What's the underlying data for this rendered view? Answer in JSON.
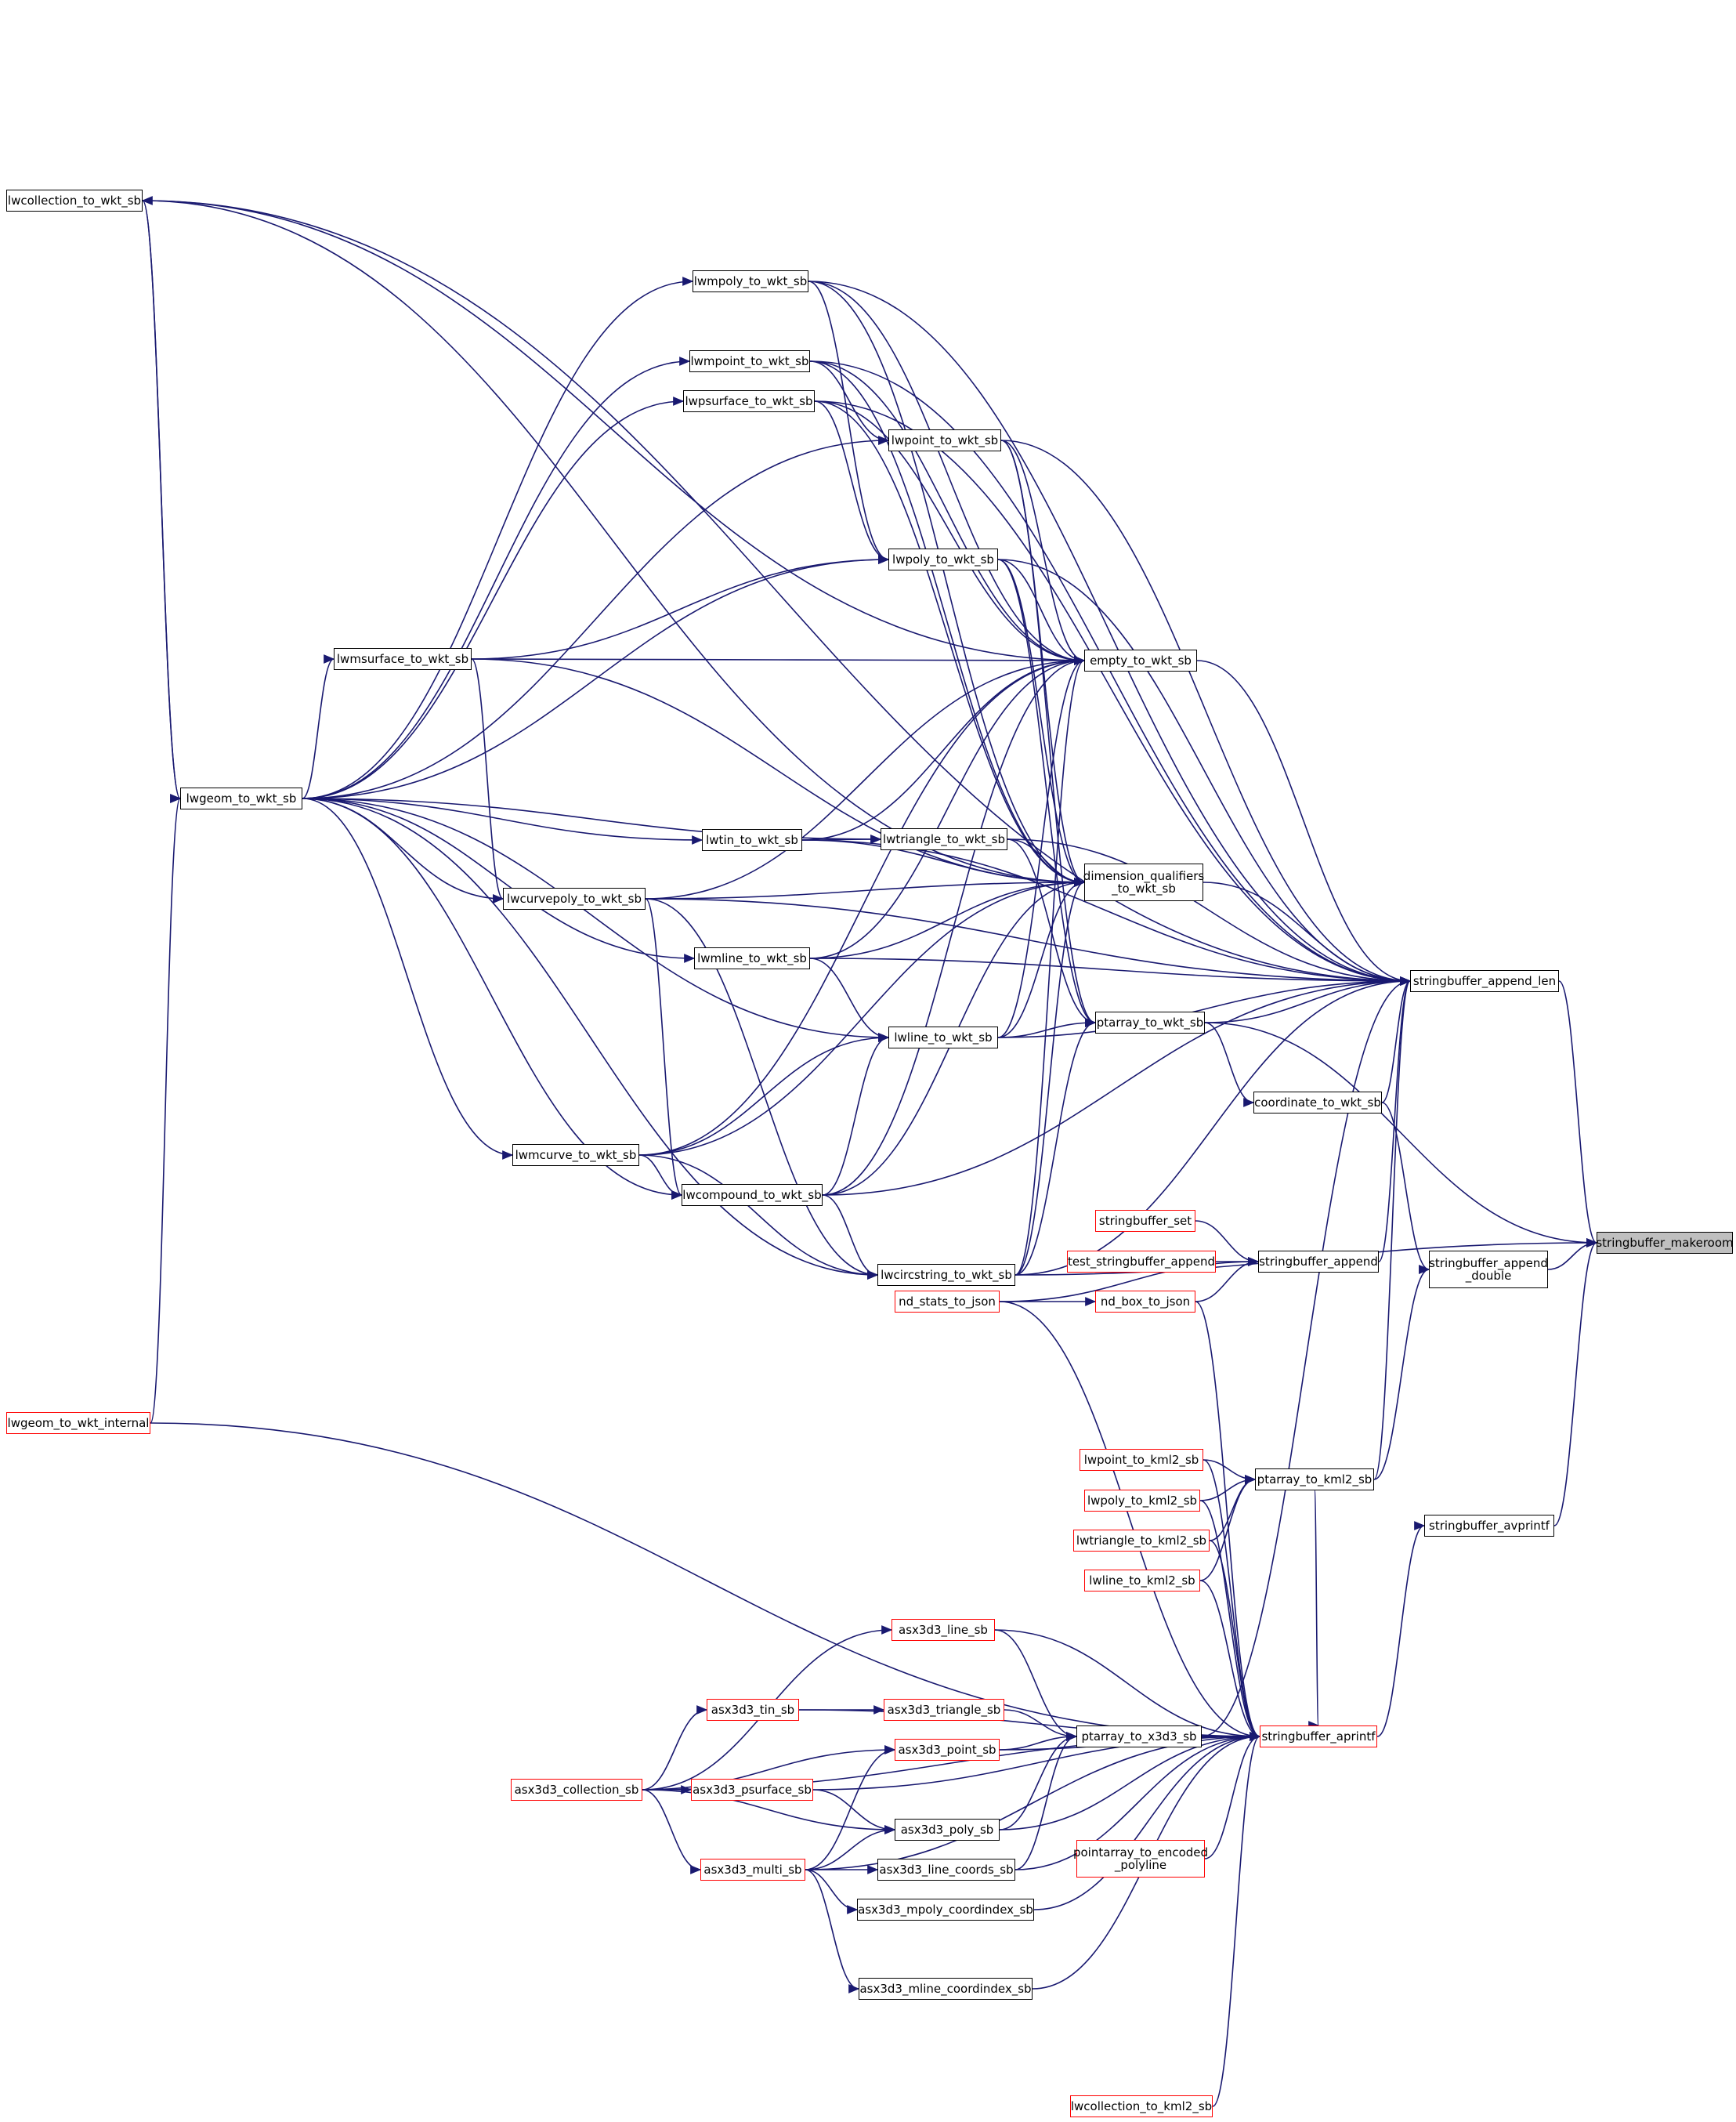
{
  "graph": {
    "edge_color": "#191970",
    "node_border_colors": {
      "normal": "#000000",
      "truncated": "#ff0000"
    },
    "root_fill": "#bfbfbf",
    "nodes": {
      "stringbuffer_makeroom": {
        "lines": [
          "stringbuffer_makeroom"
        ],
        "root": true
      },
      "stringbuffer_append_len": {
        "lines": [
          "stringbuffer_append_len"
        ]
      },
      "stringbuffer_append_double": {
        "lines": [
          "stringbuffer_append",
          "_double"
        ]
      },
      "stringbuffer_avprintf": {
        "lines": [
          "stringbuffer_avprintf"
        ]
      },
      "stringbuffer_aprintf": {
        "lines": [
          "stringbuffer_aprintf"
        ],
        "truncated": true
      },
      "stringbuffer_append": {
        "lines": [
          "stringbuffer_append"
        ]
      },
      "stringbuffer_set": {
        "lines": [
          "stringbuffer_set"
        ],
        "truncated": true
      },
      "test_stringbuffer_append": {
        "lines": [
          "test_stringbuffer_append"
        ],
        "truncated": true
      },
      "nd_box_to_json": {
        "lines": [
          "nd_box_to_json"
        ],
        "truncated": true
      },
      "nd_stats_to_json": {
        "lines": [
          "nd_stats_to_json"
        ],
        "truncated": true
      },
      "coordinate_to_wkt_sb": {
        "lines": [
          "coordinate_to_wkt_sb"
        ]
      },
      "ptarray_to_wkt_sb": {
        "lines": [
          "ptarray_to_wkt_sb"
        ]
      },
      "dimension_qualifiers_to_wkt_sb": {
        "lines": [
          "dimension_qualifiers",
          "_to_wkt_sb"
        ]
      },
      "empty_to_wkt_sb": {
        "lines": [
          "empty_to_wkt_sb"
        ]
      },
      "lwpoint_to_wkt_sb": {
        "lines": [
          "lwpoint_to_wkt_sb"
        ]
      },
      "lwpoly_to_wkt_sb": {
        "lines": [
          "lwpoly_to_wkt_sb"
        ]
      },
      "lwtriangle_to_wkt_sb": {
        "lines": [
          "lwtriangle_to_wkt_sb"
        ]
      },
      "lwline_to_wkt_sb": {
        "lines": [
          "lwline_to_wkt_sb"
        ]
      },
      "lwcircstring_to_wkt_sb": {
        "lines": [
          "lwcircstring_to_wkt_sb"
        ]
      },
      "lwmpoly_to_wkt_sb": {
        "lines": [
          "lwmpoly_to_wkt_sb"
        ]
      },
      "lwmpoint_to_wkt_sb": {
        "lines": [
          "lwmpoint_to_wkt_sb"
        ]
      },
      "lwpsurface_to_wkt_sb": {
        "lines": [
          "lwpsurface_to_wkt_sb"
        ]
      },
      "lwtin_to_wkt_sb": {
        "lines": [
          "lwtin_to_wkt_sb"
        ]
      },
      "lwmline_to_wkt_sb": {
        "lines": [
          "lwmline_to_wkt_sb"
        ]
      },
      "lwcompound_to_wkt_sb": {
        "lines": [
          "lwcompound_to_wkt_sb"
        ]
      },
      "lwmsurface_to_wkt_sb": {
        "lines": [
          "lwmsurface_to_wkt_sb"
        ]
      },
      "lwcurvepoly_to_wkt_sb": {
        "lines": [
          "lwcurvepoly_to_wkt_sb"
        ]
      },
      "lwmcurve_to_wkt_sb": {
        "lines": [
          "lwmcurve_to_wkt_sb"
        ]
      },
      "lwcollection_to_wkt_sb": {
        "lines": [
          "lwcollection_to_wkt_sb"
        ]
      },
      "lwgeom_to_wkt_sb": {
        "lines": [
          "lwgeom_to_wkt_sb"
        ]
      },
      "lwgeom_to_wkt_internal": {
        "lines": [
          "lwgeom_to_wkt_internal"
        ],
        "truncated": true
      },
      "ptarray_to_kml2_sb": {
        "lines": [
          "ptarray_to_kml2_sb"
        ]
      },
      "lwpoint_to_kml2_sb": {
        "lines": [
          "lwpoint_to_kml2_sb"
        ],
        "truncated": true
      },
      "lwpoly_to_kml2_sb": {
        "lines": [
          "lwpoly_to_kml2_sb"
        ],
        "truncated": true
      },
      "lwtriangle_to_kml2_sb": {
        "lines": [
          "lwtriangle_to_kml2_sb"
        ],
        "truncated": true
      },
      "lwline_to_kml2_sb": {
        "lines": [
          "lwline_to_kml2_sb"
        ],
        "truncated": true
      },
      "ptarray_to_x3d3_sb": {
        "lines": [
          "ptarray_to_x3d3_sb"
        ]
      },
      "asx3d3_line_sb": {
        "lines": [
          "asx3d3_line_sb"
        ],
        "truncated": true
      },
      "asx3d3_triangle_sb": {
        "lines": [
          "asx3d3_triangle_sb"
        ],
        "truncated": true
      },
      "asx3d3_tin_sb": {
        "lines": [
          "asx3d3_tin_sb"
        ],
        "truncated": true
      },
      "asx3d3_point_sb": {
        "lines": [
          "asx3d3_point_sb"
        ],
        "truncated": true
      },
      "asx3d3_psurface_sb": {
        "lines": [
          "asx3d3_psurface_sb"
        ],
        "truncated": true
      },
      "asx3d3_collection_sb": {
        "lines": [
          "asx3d3_collection_sb"
        ],
        "truncated": true
      },
      "asx3d3_poly_sb": {
        "lines": [
          "asx3d3_poly_sb"
        ]
      },
      "asx3d3_line_coords_sb": {
        "lines": [
          "asx3d3_line_coords_sb"
        ]
      },
      "asx3d3_multi_sb": {
        "lines": [
          "asx3d3_multi_sb"
        ],
        "truncated": true
      },
      "asx3d3_mpoly_coordindex_sb": {
        "lines": [
          "asx3d3_mpoly_coordindex_sb"
        ]
      },
      "asx3d3_mline_coordindex_sb": {
        "lines": [
          "asx3d3_mline_coordindex_sb"
        ]
      },
      "pointarray_to_encoded_polyline": {
        "lines": [
          "pointarray_to_encoded",
          "_polyline"
        ],
        "truncated": true
      },
      "lwcollection_to_kml2_sb": {
        "lines": [
          "lwcollection_to_kml2_sb"
        ],
        "truncated": true
      }
    },
    "edges": [
      [
        "stringbuffer_makeroom",
        "stringbuffer_append_len"
      ],
      [
        "stringbuffer_makeroom",
        "stringbuffer_append_double"
      ],
      [
        "stringbuffer_makeroom",
        "stringbuffer_avprintf"
      ],
      [
        "stringbuffer_makeroom",
        "ptarray_to_wkt_sb"
      ],
      [
        "stringbuffer_makeroom",
        "lwcircstring_to_wkt_sb"
      ],
      [
        "stringbuffer_append_double",
        "coordinate_to_wkt_sb"
      ],
      [
        "stringbuffer_append_double",
        "ptarray_to_kml2_sb"
      ],
      [
        "stringbuffer_avprintf",
        "stringbuffer_aprintf"
      ],
      [
        "stringbuffer_append_len",
        "stringbuffer_append"
      ],
      [
        "stringbuffer_append_len",
        "coordinate_to_wkt_sb"
      ],
      [
        "stringbuffer_append_len",
        "ptarray_to_wkt_sb"
      ],
      [
        "stringbuffer_append_len",
        "dimension_qualifiers_to_wkt_sb"
      ],
      [
        "stringbuffer_append_len",
        "empty_to_wkt_sb"
      ],
      [
        "stringbuffer_append_len",
        "lwpoint_to_wkt_sb"
      ],
      [
        "stringbuffer_append_len",
        "lwpoly_to_wkt_sb"
      ],
      [
        "stringbuffer_append_len",
        "lwtriangle_to_wkt_sb"
      ],
      [
        "stringbuffer_append_len",
        "lwline_to_wkt_sb"
      ],
      [
        "stringbuffer_append_len",
        "lwmpoly_to_wkt_sb"
      ],
      [
        "stringbuffer_append_len",
        "lwmpoint_to_wkt_sb"
      ],
      [
        "stringbuffer_append_len",
        "lwpsurface_to_wkt_sb"
      ],
      [
        "stringbuffer_append_len",
        "lwtin_to_wkt_sb"
      ],
      [
        "stringbuffer_append_len",
        "lwmline_to_wkt_sb"
      ],
      [
        "stringbuffer_append_len",
        "lwcompound_to_wkt_sb"
      ],
      [
        "stringbuffer_append_len",
        "lwcurvepoly_to_wkt_sb"
      ],
      [
        "stringbuffer_append_len",
        "lwcollection_to_wkt_sb"
      ],
      [
        "stringbuffer_append_len",
        "ptarray_to_kml2_sb"
      ],
      [
        "stringbuffer_append_len",
        "ptarray_to_x3d3_sb"
      ],
      [
        "stringbuffer_append_len",
        "lwcircstring_to_wkt_sb"
      ],
      [
        "stringbuffer_append",
        "stringbuffer_set"
      ],
      [
        "stringbuffer_append",
        "test_stringbuffer_append"
      ],
      [
        "stringbuffer_append",
        "nd_box_to_json"
      ],
      [
        "stringbuffer_append",
        "nd_stats_to_json"
      ],
      [
        "nd_box_to_json",
        "nd_stats_to_json"
      ],
      [
        "coordinate_to_wkt_sb",
        "ptarray_to_wkt_sb"
      ],
      [
        "ptarray_to_wkt_sb",
        "lwpoint_to_wkt_sb"
      ],
      [
        "ptarray_to_wkt_sb",
        "lwpoly_to_wkt_sb"
      ],
      [
        "ptarray_to_wkt_sb",
        "lwtriangle_to_wkt_sb"
      ],
      [
        "ptarray_to_wkt_sb",
        "lwline_to_wkt_sb"
      ],
      [
        "ptarray_to_wkt_sb",
        "lwcircstring_to_wkt_sb"
      ],
      [
        "dimension_qualifiers_to_wkt_sb",
        "lwpoint_to_wkt_sb"
      ],
      [
        "dimension_qualifiers_to_wkt_sb",
        "lwpoly_to_wkt_sb"
      ],
      [
        "dimension_qualifiers_to_wkt_sb",
        "lwtriangle_to_wkt_sb"
      ],
      [
        "dimension_qualifiers_to_wkt_sb",
        "lwline_to_wkt_sb"
      ],
      [
        "dimension_qualifiers_to_wkt_sb",
        "lwcircstring_to_wkt_sb"
      ],
      [
        "dimension_qualifiers_to_wkt_sb",
        "lwmpoly_to_wkt_sb"
      ],
      [
        "dimension_qualifiers_to_wkt_sb",
        "lwmpoint_to_wkt_sb"
      ],
      [
        "dimension_qualifiers_to_wkt_sb",
        "lwpsurface_to_wkt_sb"
      ],
      [
        "dimension_qualifiers_to_wkt_sb",
        "lwtin_to_wkt_sb"
      ],
      [
        "dimension_qualifiers_to_wkt_sb",
        "lwmline_to_wkt_sb"
      ],
      [
        "dimension_qualifiers_to_wkt_sb",
        "lwcompound_to_wkt_sb"
      ],
      [
        "dimension_qualifiers_to_wkt_sb",
        "lwcurvepoly_to_wkt_sb"
      ],
      [
        "dimension_qualifiers_to_wkt_sb",
        "lwmcurve_to_wkt_sb"
      ],
      [
        "dimension_qualifiers_to_wkt_sb",
        "lwmsurface_to_wkt_sb"
      ],
      [
        "dimension_qualifiers_to_wkt_sb",
        "lwcollection_to_wkt_sb"
      ],
      [
        "empty_to_wkt_sb",
        "lwpoint_to_wkt_sb"
      ],
      [
        "empty_to_wkt_sb",
        "lwpoly_to_wkt_sb"
      ],
      [
        "empty_to_wkt_sb",
        "lwline_to_wkt_sb"
      ],
      [
        "empty_to_wkt_sb",
        "lwcircstring_to_wkt_sb"
      ],
      [
        "empty_to_wkt_sb",
        "lwmpoly_to_wkt_sb"
      ],
      [
        "empty_to_wkt_sb",
        "lwmpoint_to_wkt_sb"
      ],
      [
        "empty_to_wkt_sb",
        "lwpsurface_to_wkt_sb"
      ],
      [
        "empty_to_wkt_sb",
        "lwtin_to_wkt_sb"
      ],
      [
        "empty_to_wkt_sb",
        "lwmline_to_wkt_sb"
      ],
      [
        "empty_to_wkt_sb",
        "lwcompound_to_wkt_sb"
      ],
      [
        "empty_to_wkt_sb",
        "lwcurvepoly_to_wkt_sb"
      ],
      [
        "empty_to_wkt_sb",
        "lwmcurve_to_wkt_sb"
      ],
      [
        "empty_to_wkt_sb",
        "lwmsurface_to_wkt_sb"
      ],
      [
        "empty_to_wkt_sb",
        "lwcollection_to_wkt_sb"
      ],
      [
        "lwpoint_to_wkt_sb",
        "lwmpoint_to_wkt_sb"
      ],
      [
        "lwpoint_to_wkt_sb",
        "lwgeom_to_wkt_sb"
      ],
      [
        "lwpoly_to_wkt_sb",
        "lwmpoly_to_wkt_sb"
      ],
      [
        "lwpoly_to_wkt_sb",
        "lwpsurface_to_wkt_sb"
      ],
      [
        "lwpoly_to_wkt_sb",
        "lwmsurface_to_wkt_sb"
      ],
      [
        "lwpoly_to_wkt_sb",
        "lwgeom_to_wkt_sb"
      ],
      [
        "lwtriangle_to_wkt_sb",
        "lwtin_to_wkt_sb"
      ],
      [
        "lwtriangle_to_wkt_sb",
        "lwgeom_to_wkt_sb"
      ],
      [
        "lwline_to_wkt_sb",
        "lwmline_to_wkt_sb"
      ],
      [
        "lwline_to_wkt_sb",
        "lwcompound_to_wkt_sb"
      ],
      [
        "lwline_to_wkt_sb",
        "lwmcurve_to_wkt_sb"
      ],
      [
        "lwline_to_wkt_sb",
        "lwgeom_to_wkt_sb"
      ],
      [
        "lwcircstring_to_wkt_sb",
        "lwcompound_to_wkt_sb"
      ],
      [
        "lwcircstring_to_wkt_sb",
        "lwcurvepoly_to_wkt_sb"
      ],
      [
        "lwcircstring_to_wkt_sb",
        "lwmcurve_to_wkt_sb"
      ],
      [
        "lwcircstring_to_wkt_sb",
        "lwgeom_to_wkt_sb"
      ],
      [
        "lwcompound_to_wkt_sb",
        "lwcurvepoly_to_wkt_sb"
      ],
      [
        "lwcompound_to_wkt_sb",
        "lwmcurve_to_wkt_sb"
      ],
      [
        "lwcompound_to_wkt_sb",
        "lwgeom_to_wkt_sb"
      ],
      [
        "lwcurvepoly_to_wkt_sb",
        "lwmsurface_to_wkt_sb"
      ],
      [
        "lwcurvepoly_to_wkt_sb",
        "lwgeom_to_wkt_sb"
      ],
      [
        "lwmsurface_to_wkt_sb",
        "lwgeom_to_wkt_sb"
      ],
      [
        "lwmpoly_to_wkt_sb",
        "lwgeom_to_wkt_sb"
      ],
      [
        "lwmpoint_to_wkt_sb",
        "lwgeom_to_wkt_sb"
      ],
      [
        "lwpsurface_to_wkt_sb",
        "lwgeom_to_wkt_sb"
      ],
      [
        "lwtin_to_wkt_sb",
        "lwgeom_to_wkt_sb"
      ],
      [
        "lwmline_to_wkt_sb",
        "lwgeom_to_wkt_sb"
      ],
      [
        "lwmcurve_to_wkt_sb",
        "lwgeom_to_wkt_sb"
      ],
      [
        "lwgeom_to_wkt_sb",
        "lwcollection_to_wkt_sb"
      ],
      [
        "lwcollection_to_wkt_sb",
        "lwgeom_to_wkt_sb"
      ],
      [
        "lwgeom_to_wkt_sb",
        "lwgeom_to_wkt_internal"
      ],
      [
        "ptarray_to_kml2_sb",
        "lwpoint_to_kml2_sb"
      ],
      [
        "ptarray_to_kml2_sb",
        "lwpoly_to_kml2_sb"
      ],
      [
        "ptarray_to_kml2_sb",
        "lwtriangle_to_kml2_sb"
      ],
      [
        "ptarray_to_kml2_sb",
        "lwline_to_kml2_sb"
      ],
      [
        "stringbuffer_aprintf",
        "ptarray_to_kml2_sb"
      ],
      [
        "stringbuffer_aprintf",
        "nd_box_to_json"
      ],
      [
        "stringbuffer_aprintf",
        "nd_stats_to_json"
      ],
      [
        "stringbuffer_aprintf",
        "lwpoint_to_kml2_sb"
      ],
      [
        "stringbuffer_aprintf",
        "lwpoly_to_kml2_sb"
      ],
      [
        "stringbuffer_aprintf",
        "lwtriangle_to_kml2_sb"
      ],
      [
        "stringbuffer_aprintf",
        "lwline_to_kml2_sb"
      ],
      [
        "stringbuffer_aprintf",
        "ptarray_to_x3d3_sb"
      ],
      [
        "stringbuffer_aprintf",
        "asx3d3_line_sb"
      ],
      [
        "stringbuffer_aprintf",
        "asx3d3_tin_sb"
      ],
      [
        "stringbuffer_aprintf",
        "asx3d3_point_sb"
      ],
      [
        "stringbuffer_aprintf",
        "asx3d3_psurface_sb"
      ],
      [
        "stringbuffer_aprintf",
        "asx3d3_poly_sb"
      ],
      [
        "stringbuffer_aprintf",
        "asx3d3_line_coords_sb"
      ],
      [
        "stringbuffer_aprintf",
        "asx3d3_multi_sb"
      ],
      [
        "stringbuffer_aprintf",
        "asx3d3_mpoly_coordindex_sb"
      ],
      [
        "stringbuffer_aprintf",
        "asx3d3_mline_coordindex_sb"
      ],
      [
        "stringbuffer_aprintf",
        "asx3d3_collection_sb"
      ],
      [
        "stringbuffer_aprintf",
        "pointarray_to_encoded_polyline"
      ],
      [
        "stringbuffer_aprintf",
        "lwcollection_to_kml2_sb"
      ],
      [
        "stringbuffer_aprintf",
        "lwgeom_to_wkt_internal"
      ],
      [
        "ptarray_to_x3d3_sb",
        "asx3d3_line_sb"
      ],
      [
        "ptarray_to_x3d3_sb",
        "asx3d3_triangle_sb"
      ],
      [
        "ptarray_to_x3d3_sb",
        "asx3d3_point_sb"
      ],
      [
        "ptarray_to_x3d3_sb",
        "asx3d3_poly_sb"
      ],
      [
        "ptarray_to_x3d3_sb",
        "asx3d3_line_coords_sb"
      ],
      [
        "asx3d3_line_sb",
        "asx3d3_collection_sb"
      ],
      [
        "asx3d3_triangle_sb",
        "asx3d3_tin_sb"
      ],
      [
        "asx3d3_tin_sb",
        "asx3d3_collection_sb"
      ],
      [
        "asx3d3_point_sb",
        "asx3d3_multi_sb"
      ],
      [
        "asx3d3_point_sb",
        "asx3d3_collection_sb"
      ],
      [
        "asx3d3_psurface_sb",
        "asx3d3_collection_sb"
      ],
      [
        "asx3d3_poly_sb",
        "asx3d3_psurface_sb"
      ],
      [
        "asx3d3_poly_sb",
        "asx3d3_multi_sb"
      ],
      [
        "asx3d3_poly_sb",
        "asx3d3_collection_sb"
      ],
      [
        "asx3d3_line_coords_sb",
        "asx3d3_multi_sb"
      ],
      [
        "asx3d3_mpoly_coordindex_sb",
        "asx3d3_multi_sb"
      ],
      [
        "asx3d3_mline_coordindex_sb",
        "asx3d3_multi_sb"
      ],
      [
        "asx3d3_multi_sb",
        "asx3d3_collection_sb"
      ]
    ]
  }
}
